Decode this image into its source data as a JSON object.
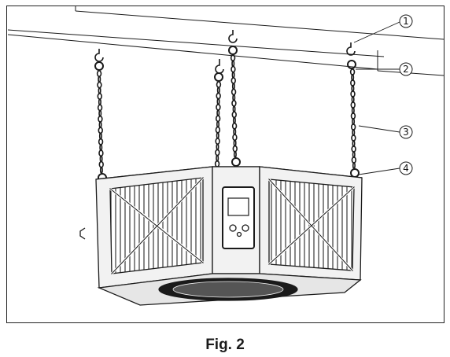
{
  "caption": "Fig. 2",
  "callouts": [
    {
      "label": "1",
      "part": "ceiling-hook"
    },
    {
      "label": "2",
      "part": "s-hook"
    },
    {
      "label": "3",
      "part": "chain"
    },
    {
      "label": "4",
      "part": "eye-bolt"
    }
  ],
  "colors": {
    "line": "#1a1a1a",
    "unit_body": "#f2f2f2",
    "filter": "#ffffff",
    "panel": "#e6e6e6"
  }
}
